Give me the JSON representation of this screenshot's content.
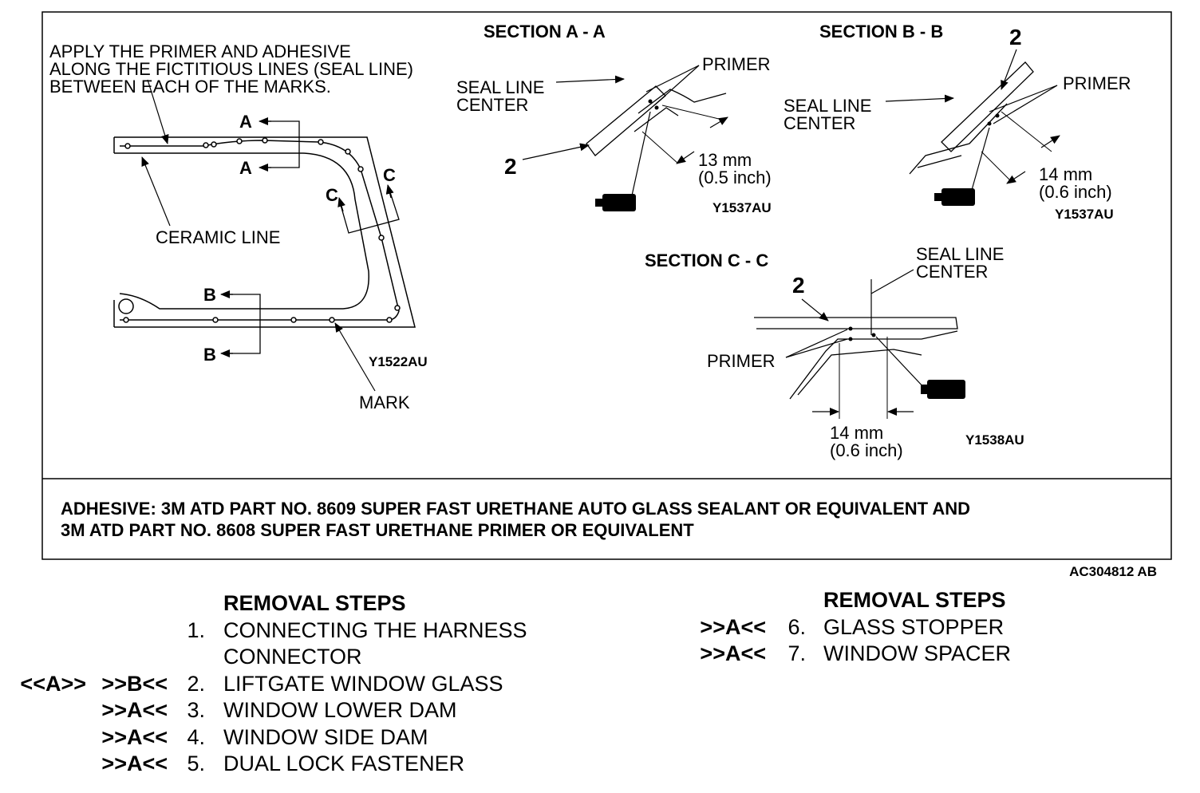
{
  "figure": {
    "instruction": [
      "APPLY THE PRIMER AND ADHESIVE",
      "ALONG THE FICTITIOUS LINES (SEAL LINE)",
      "BETWEEN EACH OF THE MARKS."
    ],
    "ceramic_line": "CERAMIC LINE",
    "mark": "MARK",
    "arrow_letters": {
      "a": "A",
      "b": "B",
      "c": "C"
    },
    "code_main": "Y1522AU",
    "section_a": {
      "title": "SECTION A - A",
      "primer": "PRIMER",
      "seal_line": [
        "SEAL LINE",
        "CENTER"
      ],
      "callout": "2",
      "dimension": [
        "13 mm",
        "(0.5 inch)"
      ],
      "code": "Y1537AU"
    },
    "section_b": {
      "title": "SECTION B - B",
      "primer": "PRIMER",
      "seal_line": [
        "SEAL LINE",
        "CENTER"
      ],
      "callout": "2",
      "dimension": [
        "14 mm",
        "(0.6 inch)"
      ],
      "code": "Y1537AU"
    },
    "section_c": {
      "title": "SECTION C - C",
      "primer": "PRIMER",
      "seal_line": [
        "SEAL LINE",
        "CENTER"
      ],
      "callout": "2",
      "dimension": [
        "14 mm",
        "(0.6 inch)"
      ],
      "code": "Y1538AU"
    },
    "adhesive_note": [
      "ADHESIVE: 3M ATD PART NO. 8609 SUPER FAST URETHANE AUTO GLASS SEALANT OR EQUIVALENT AND",
      "3M ATD PART NO. 8608 SUPER FAST URETHANE PRIMER OR EQUIVALENT"
    ],
    "figure_id": "AC304812 AB"
  },
  "removal_steps_left": {
    "title": "REMOVAL STEPS",
    "steps": [
      {
        "install": "",
        "remove": "",
        "num": "1.",
        "text": "CONNECTING THE HARNESS"
      },
      {
        "install": "",
        "remove": "",
        "num": "",
        "text": "CONNECTOR"
      },
      {
        "install": "<<A>>",
        "remove": ">>B<<",
        "num": "2.",
        "text": "LIFTGATE WINDOW GLASS"
      },
      {
        "install": "",
        "remove": ">>A<<",
        "num": "3.",
        "text": "WINDOW LOWER DAM"
      },
      {
        "install": "",
        "remove": ">>A<<",
        "num": "4.",
        "text": "WINDOW SIDE DAM"
      },
      {
        "install": "",
        "remove": ">>A<<",
        "num": "5.",
        "text": "DUAL LOCK FASTENER"
      }
    ]
  },
  "removal_steps_right": {
    "title": "REMOVAL STEPS",
    "steps": [
      {
        "remove": ">>A<<",
        "num": "6.",
        "text": "GLASS STOPPER"
      },
      {
        "remove": ">>A<<",
        "num": "7.",
        "text": "WINDOW SPACER"
      }
    ]
  },
  "icons": [
    "primer-tube-icon",
    "arrow-icon",
    "seal-mark-icon"
  ]
}
